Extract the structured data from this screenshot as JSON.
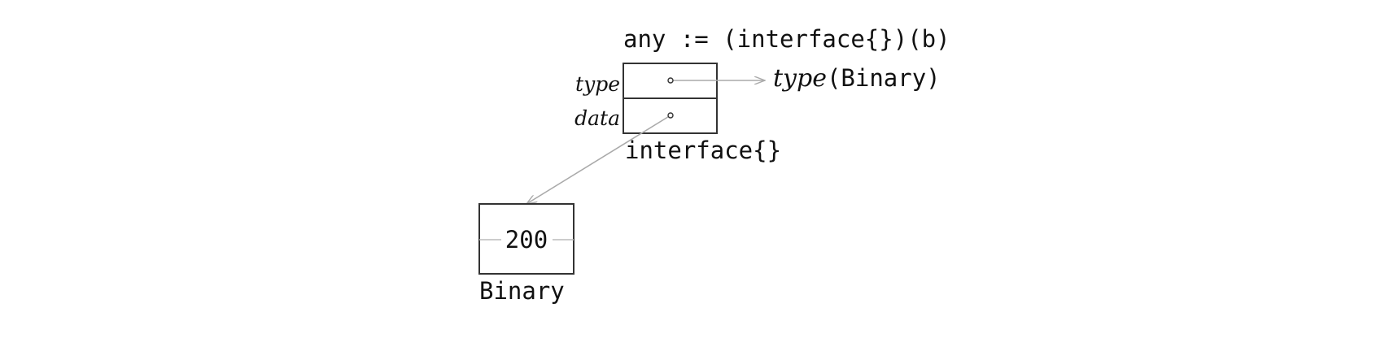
{
  "statement": "any := (interface{})(b)",
  "interface_box": {
    "type_label": "type",
    "data_label": "data",
    "caption": "interface{}"
  },
  "type_target": {
    "italic_part": "type",
    "mono_part": "(Binary)"
  },
  "value_box": {
    "value": "200",
    "caption": "Binary"
  },
  "colors": {
    "stroke": "#333333",
    "arrow": "#aaaaaa",
    "text": "#111111"
  }
}
